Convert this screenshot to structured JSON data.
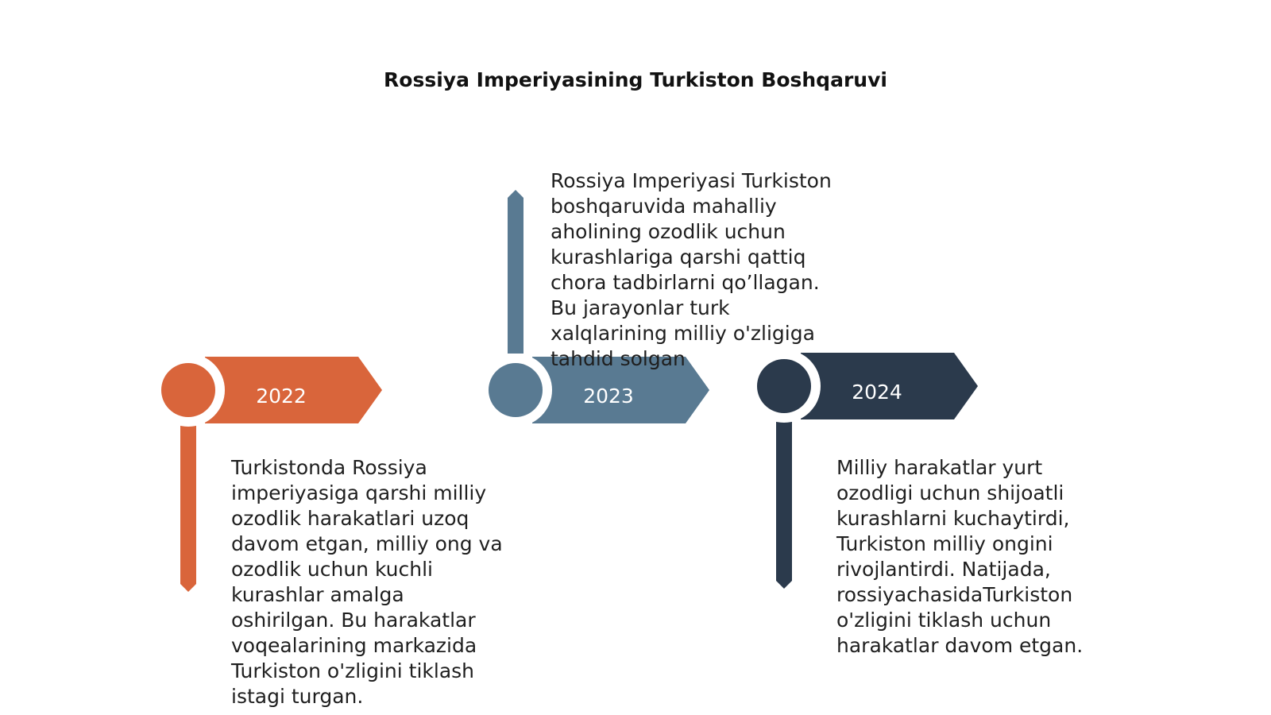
{
  "title": "Rossiya Imperiyasining Turkiston Boshqaruvi",
  "colors": {
    "orange": "#D9653B",
    "slate": "#597A92",
    "navy": "#2B3A4C",
    "text": "#1f1f1f"
  },
  "timeline": [
    {
      "year": "2022",
      "color": "#D9653B",
      "description": "Turkistonda Rossiya imperiyasiga qarshi milliy ozodlik harakatlari uzoq davom etgan, milliy ong va ozodlik uchun kuchli kurashlar amalga oshirilgan. Bu harakatlar voqealarining markazida Turkiston o'zligini tiklash istagi turgan."
    },
    {
      "year": "2023",
      "color": "#597A92",
      "description": "Rossiya Imperiyasi Turkiston boshqaruvida mahalliy aholining ozodlik uchun kurashlariga qarshi qattiq chora tadbirlarni qo’llagan. Bu jarayonlar turk xalqlarining milliy o'zligiga tahdid solgan"
    },
    {
      "year": "2024",
      "color": "#2B3A4C",
      "description": "Milliy harakatlar yurt ozodligi uchun shijoatli kurashlarni kuchaytirdi, Turkiston milliy ongini rivojlantirdi. Natijada, rossiyachasidaTurkiston o'zligini tiklash uchun harakatlar davom etgan."
    }
  ]
}
